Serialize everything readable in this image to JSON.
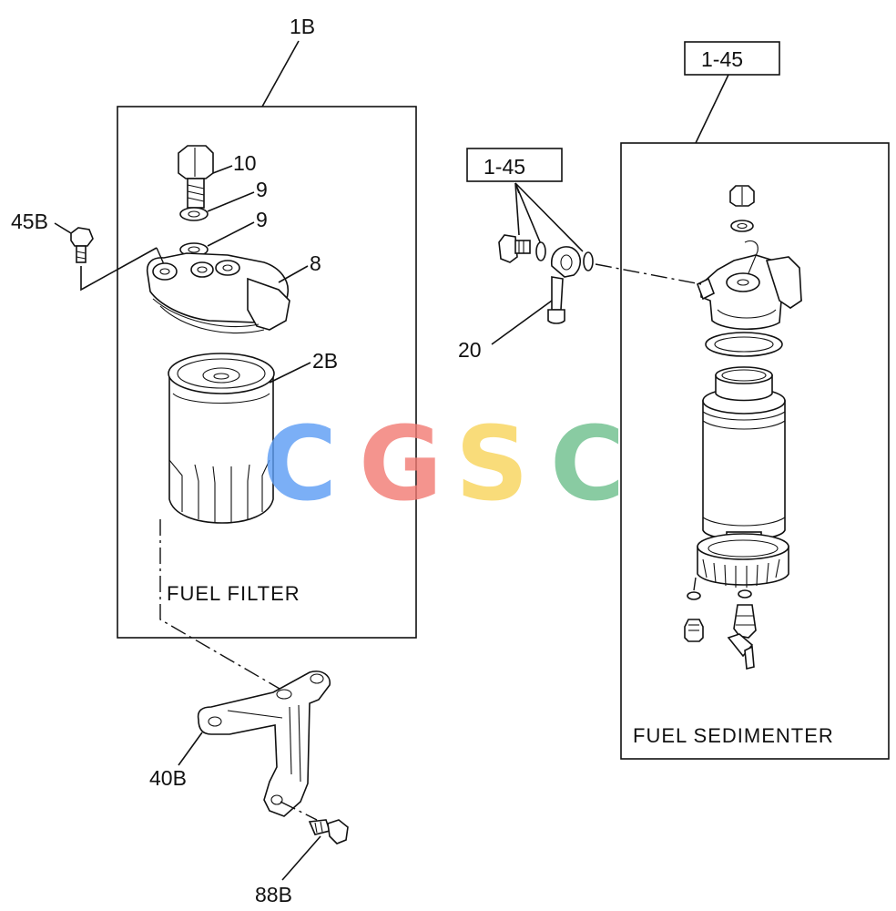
{
  "labels": {
    "l1B": "1B",
    "l10": "10",
    "l9a": "9",
    "l9b": "9",
    "l8": "8",
    "l45B": "45B",
    "l2B": "2B",
    "l145a": "1-45",
    "l145b": "1-45",
    "l20": "20",
    "l40B": "40B",
    "l88B": "88B"
  },
  "captions": {
    "filter": "FUEL FILTER",
    "sedimenter": "FUEL SEDIMENTER"
  },
  "watermark": {
    "letters": [
      "C",
      "G",
      "S",
      "C"
    ],
    "colors": [
      "#5b9cf5",
      "#f27a72",
      "#f8d45a",
      "#6cbf8c"
    ]
  }
}
